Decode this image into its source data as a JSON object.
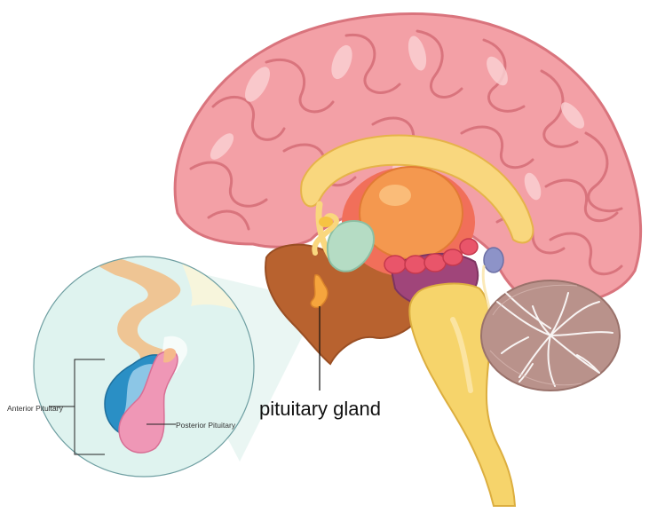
{
  "labels": {
    "main": "pituitary gland",
    "anterior": "Anterior Pituitary",
    "posterior": "Posterior Pituitary"
  },
  "colors": {
    "cortex": "#f3a0a6",
    "cortex_dark": "#d9747d",
    "cortex_light": "#fbd3d5",
    "corpus_callosum": "#f9d77e",
    "thalamus": "#f4984f",
    "hypothalamus": "#b5dcc4",
    "brainstem": "#f6d46b",
    "midbrain": "#b05a2c",
    "cerebellum": "#b9928b",
    "purple": "#a0457a",
    "anterior_lobe": "#2a8fc5",
    "posterior_lobe": "#ef97b6",
    "inset_bg": "#dff3ef"
  }
}
